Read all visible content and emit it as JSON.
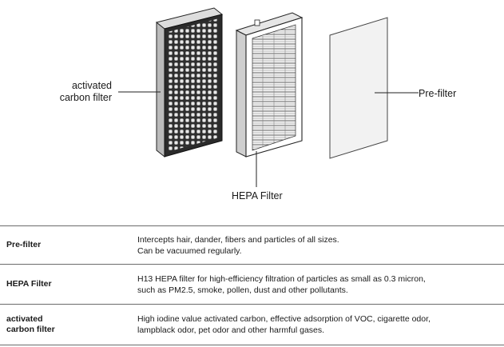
{
  "labels": {
    "carbon_line1": "activated",
    "carbon_line2": "carbon filter",
    "prefilter": "Pre-filter",
    "hepa": "HEPA Filter"
  },
  "table": {
    "rows": [
      {
        "name_lines": [
          "Pre-filter"
        ],
        "desc_lines": [
          "Intercepts hair, dander, fibers and particles of all sizes.",
          "Can be vacuumed regularly."
        ]
      },
      {
        "name_lines": [
          "HEPA Filter"
        ],
        "desc_lines": [
          "H13 HEPA filter for high-efficiency filtration of particles as small as 0.3 micron,",
          "such as PM2.5, smoke, pollen, dust and other pollutants."
        ]
      },
      {
        "name_lines": [
          "activated",
          "carbon filter"
        ],
        "desc_lines": [
          "High iodine value activated carbon, effective adsorption of VOC, cigarette odor,",
          "lampblack odor, pet odor and other harmful gases."
        ]
      }
    ]
  }
}
